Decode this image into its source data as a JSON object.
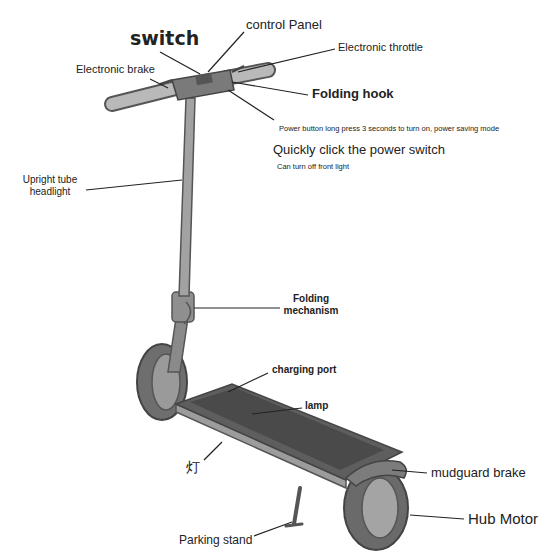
{
  "diagram": {
    "labels": [
      "control Panel",
      "switch",
      "Electronic throttle",
      "Electronic brake",
      "Folding hook",
      "Power button long press 3 seconds to turn on, power saving mode",
      "Quickly click the power switch",
      "Can turn off front light",
      "Upright tube headlight",
      "Folding mechanism",
      "charging port",
      "lamp",
      "灯",
      "mudguard brake",
      "Hub Motor",
      "Parking stand"
    ]
  }
}
